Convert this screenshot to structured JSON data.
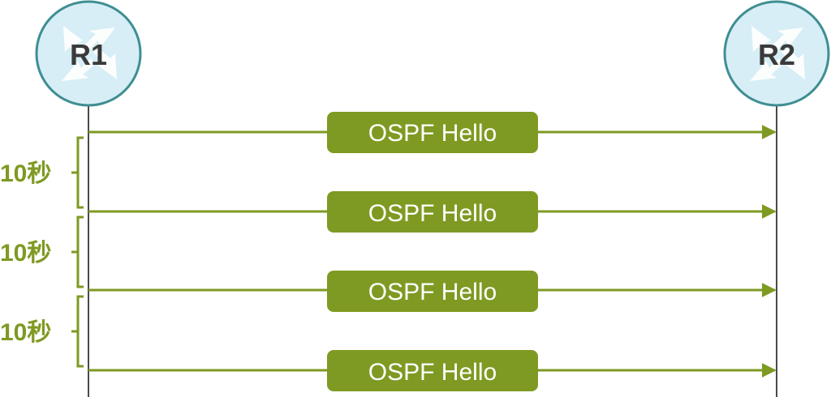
{
  "routers": {
    "left": {
      "label": "R1",
      "icon": "router-icon"
    },
    "right": {
      "label": "R2",
      "icon": "router-icon"
    }
  },
  "messages": [
    {
      "label": "OSPF Hello"
    },
    {
      "label": "OSPF Hello"
    },
    {
      "label": "OSPF Hello"
    },
    {
      "label": "OSPF Hello"
    }
  ],
  "intervals": [
    {
      "label": "10秒"
    },
    {
      "label": "10秒"
    },
    {
      "label": "10秒"
    }
  ],
  "colors": {
    "accent_green": "#7e9a22",
    "router_fill": "#d7eef6",
    "router_stroke": "#3f8e93",
    "router_label": "#3a3a3a",
    "lifeline": "#4a4a4a"
  }
}
